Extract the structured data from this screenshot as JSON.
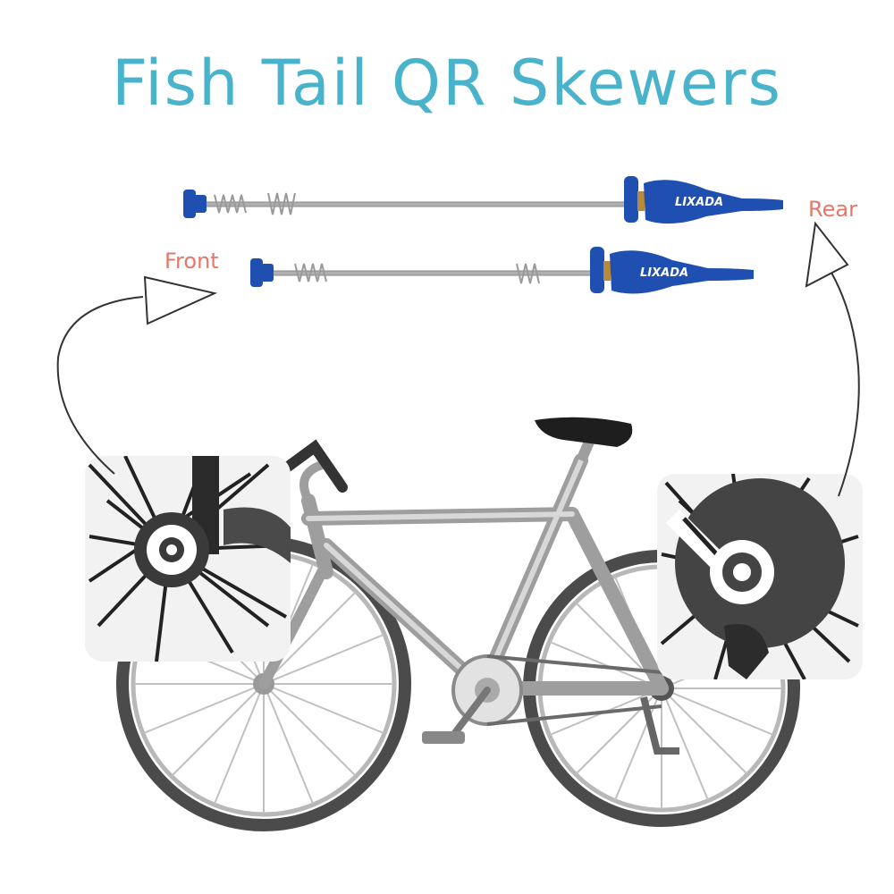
{
  "title": "Fish Tail QR Skewers",
  "labels": {
    "front": "Front",
    "rear": "Rear"
  },
  "brand_mark": "LIXADA",
  "colors": {
    "title": "#4ab3cc",
    "label": "#e5776a",
    "skewer_blue": "#1f4fb0",
    "rod": "#a9a9a9",
    "bike": "#a8a8a8",
    "bike_dark": "#3a3a3a",
    "arrow": "#333333"
  },
  "icons": [
    "front-skewer-icon",
    "rear-skewer-icon",
    "bicycle-icon",
    "front-hub-detail-icon",
    "rear-hub-detail-icon",
    "arrow-icon"
  ]
}
